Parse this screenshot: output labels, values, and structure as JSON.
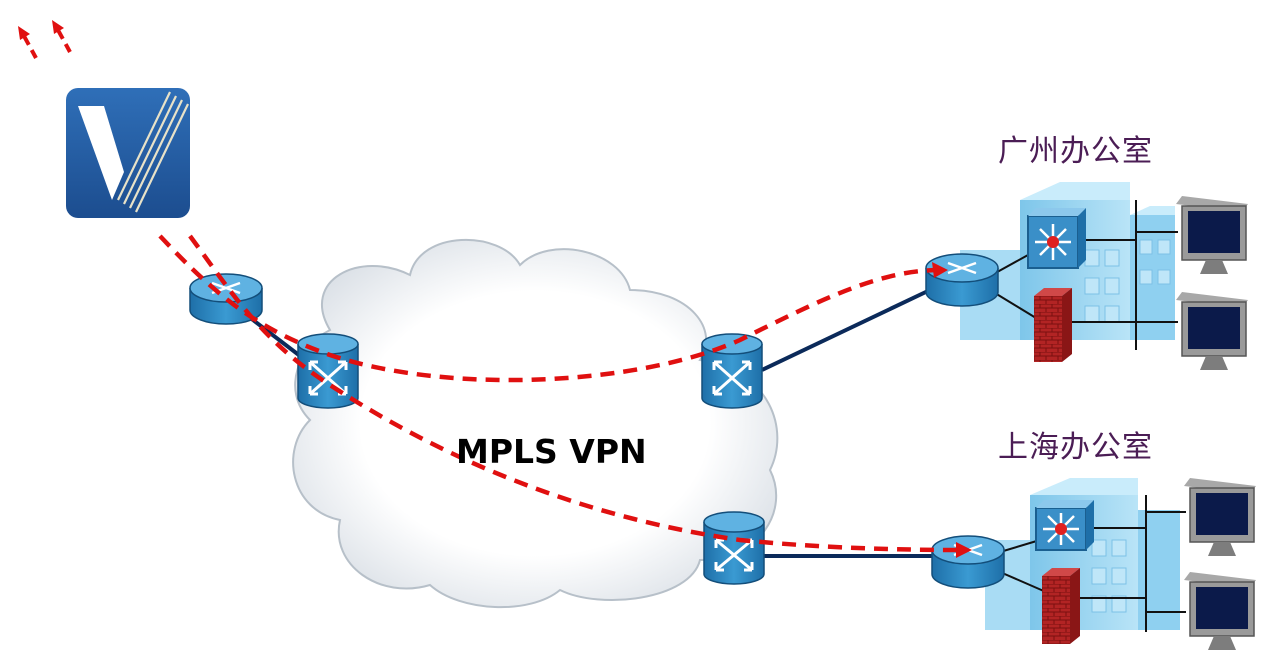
{
  "network": {
    "cloud_label": "MPLS VPN",
    "offices": [
      {
        "name": "广州办公室"
      },
      {
        "name": "上海办公室"
      }
    ]
  },
  "colors": {
    "link_dashed": "#e01010",
    "link_solid": "#0b2a5a",
    "device_blue": "#2a86c0",
    "building": "#9fd6f2",
    "firewall": "#b02020",
    "office_text": "#4b1d55"
  },
  "icons": [
    "logo-v-icon",
    "router-icon",
    "mpls-switch-icon",
    "building-icon",
    "layer3-switch-icon",
    "firewall-icon",
    "monitor-icon",
    "cloud-icon",
    "arrow-icon"
  ]
}
